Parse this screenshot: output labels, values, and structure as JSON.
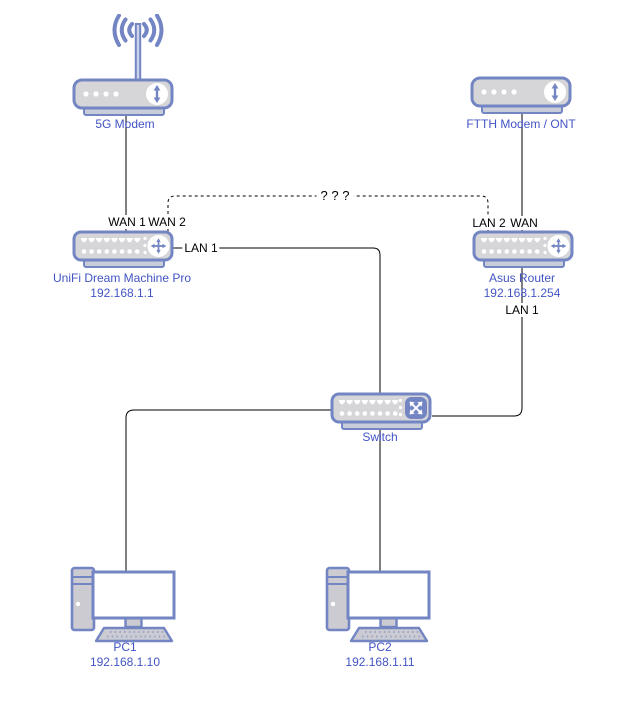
{
  "diagram": {
    "nodes": {
      "modem5g": {
        "label": "5G Modem"
      },
      "ftth": {
        "label": "FTTH Modem / ONT"
      },
      "udm": {
        "label": "UniFi Dream Machine Pro",
        "ip": "192.168.1.1"
      },
      "asus": {
        "label": "Asus Router",
        "ip": "192.168.1.254"
      },
      "switch": {
        "label": "Switch"
      },
      "pc1": {
        "label": "PC1",
        "ip": "192.168.1.10"
      },
      "pc2": {
        "label": "PC2",
        "ip": "192.168.1.11"
      }
    },
    "ports": {
      "udm_wan1": "WAN 1",
      "udm_wan2": "WAN 2",
      "udm_lan1": "LAN 1",
      "asus_lan2": "LAN 2",
      "asus_wan": "WAN",
      "asus_lan1": "LAN 1"
    },
    "edge_labels": {
      "mystery": "? ? ?"
    },
    "colors": {
      "icon_stroke": "#7385c2",
      "icon_fill": "#d6d6d9",
      "icon_base_fill": "#c9cdda",
      "node_label_text": "#4254c5",
      "port_label_text": "#000000",
      "edge_line": "#000000",
      "background": "#ffffff"
    }
  }
}
